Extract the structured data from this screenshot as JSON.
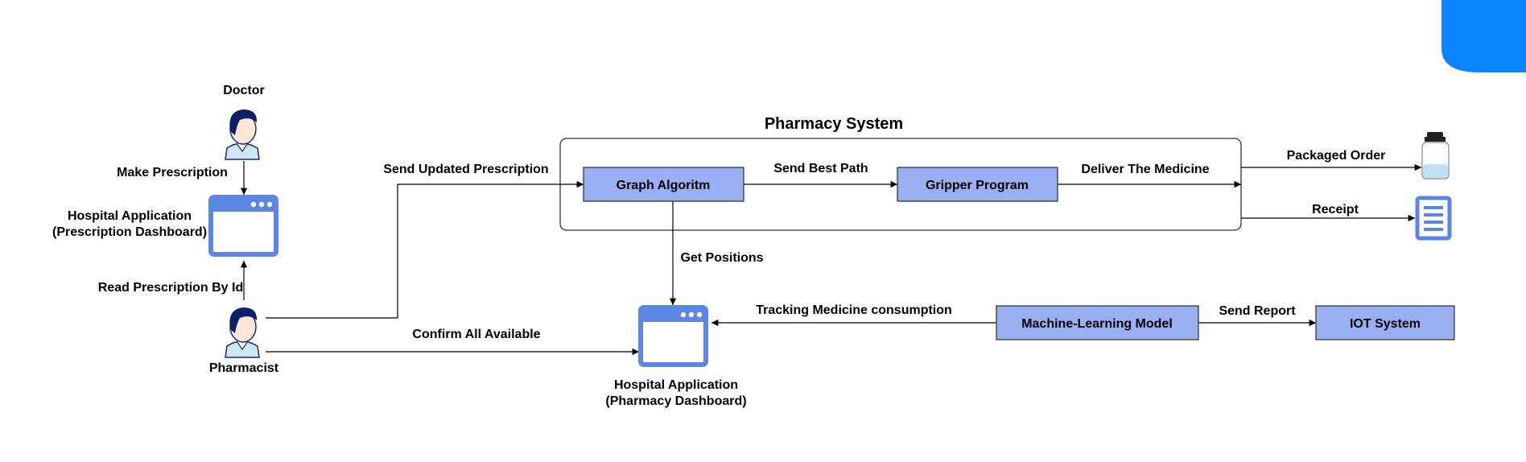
{
  "actors": {
    "doctor": "Doctor",
    "pharmacist": "Pharmacist"
  },
  "apps": {
    "prescription_dashboard": [
      "Hospital Application",
      "(Prescription Dashboard)"
    ],
    "pharmacy_dashboard": [
      "Hospital Application",
      "(Pharmacy Dashboard)"
    ]
  },
  "system": {
    "title": "Pharmacy System"
  },
  "nodes": {
    "graph_algorithm": "Graph Algoritm",
    "gripper_program": "Gripper Program",
    "ml_model": "Machine-Learning Model",
    "iot_system": "IOT System"
  },
  "edges": {
    "make_prescription": "Make Prescription",
    "read_prescription": "Read Prescription By Id",
    "send_updated_prescription": "Send Updated Prescription",
    "confirm_all_available": "Confirm All Available",
    "send_best_path": "Send Best Path",
    "deliver_medicine": "Deliver The Medicine",
    "get_positions": "Get Positions",
    "tracking_consumption": "Tracking Medicine consumption",
    "send_report": "Send Report",
    "packaged_order": "Packaged Order",
    "receipt": "Receipt"
  },
  "outputs": {
    "medicine_bottle_icon": "medicine-bottle",
    "receipt_icon": "document"
  },
  "colors": {
    "process_box": "#99aff2",
    "window_icon": "#5b86e5",
    "corner_accent": "#0a84ff"
  }
}
